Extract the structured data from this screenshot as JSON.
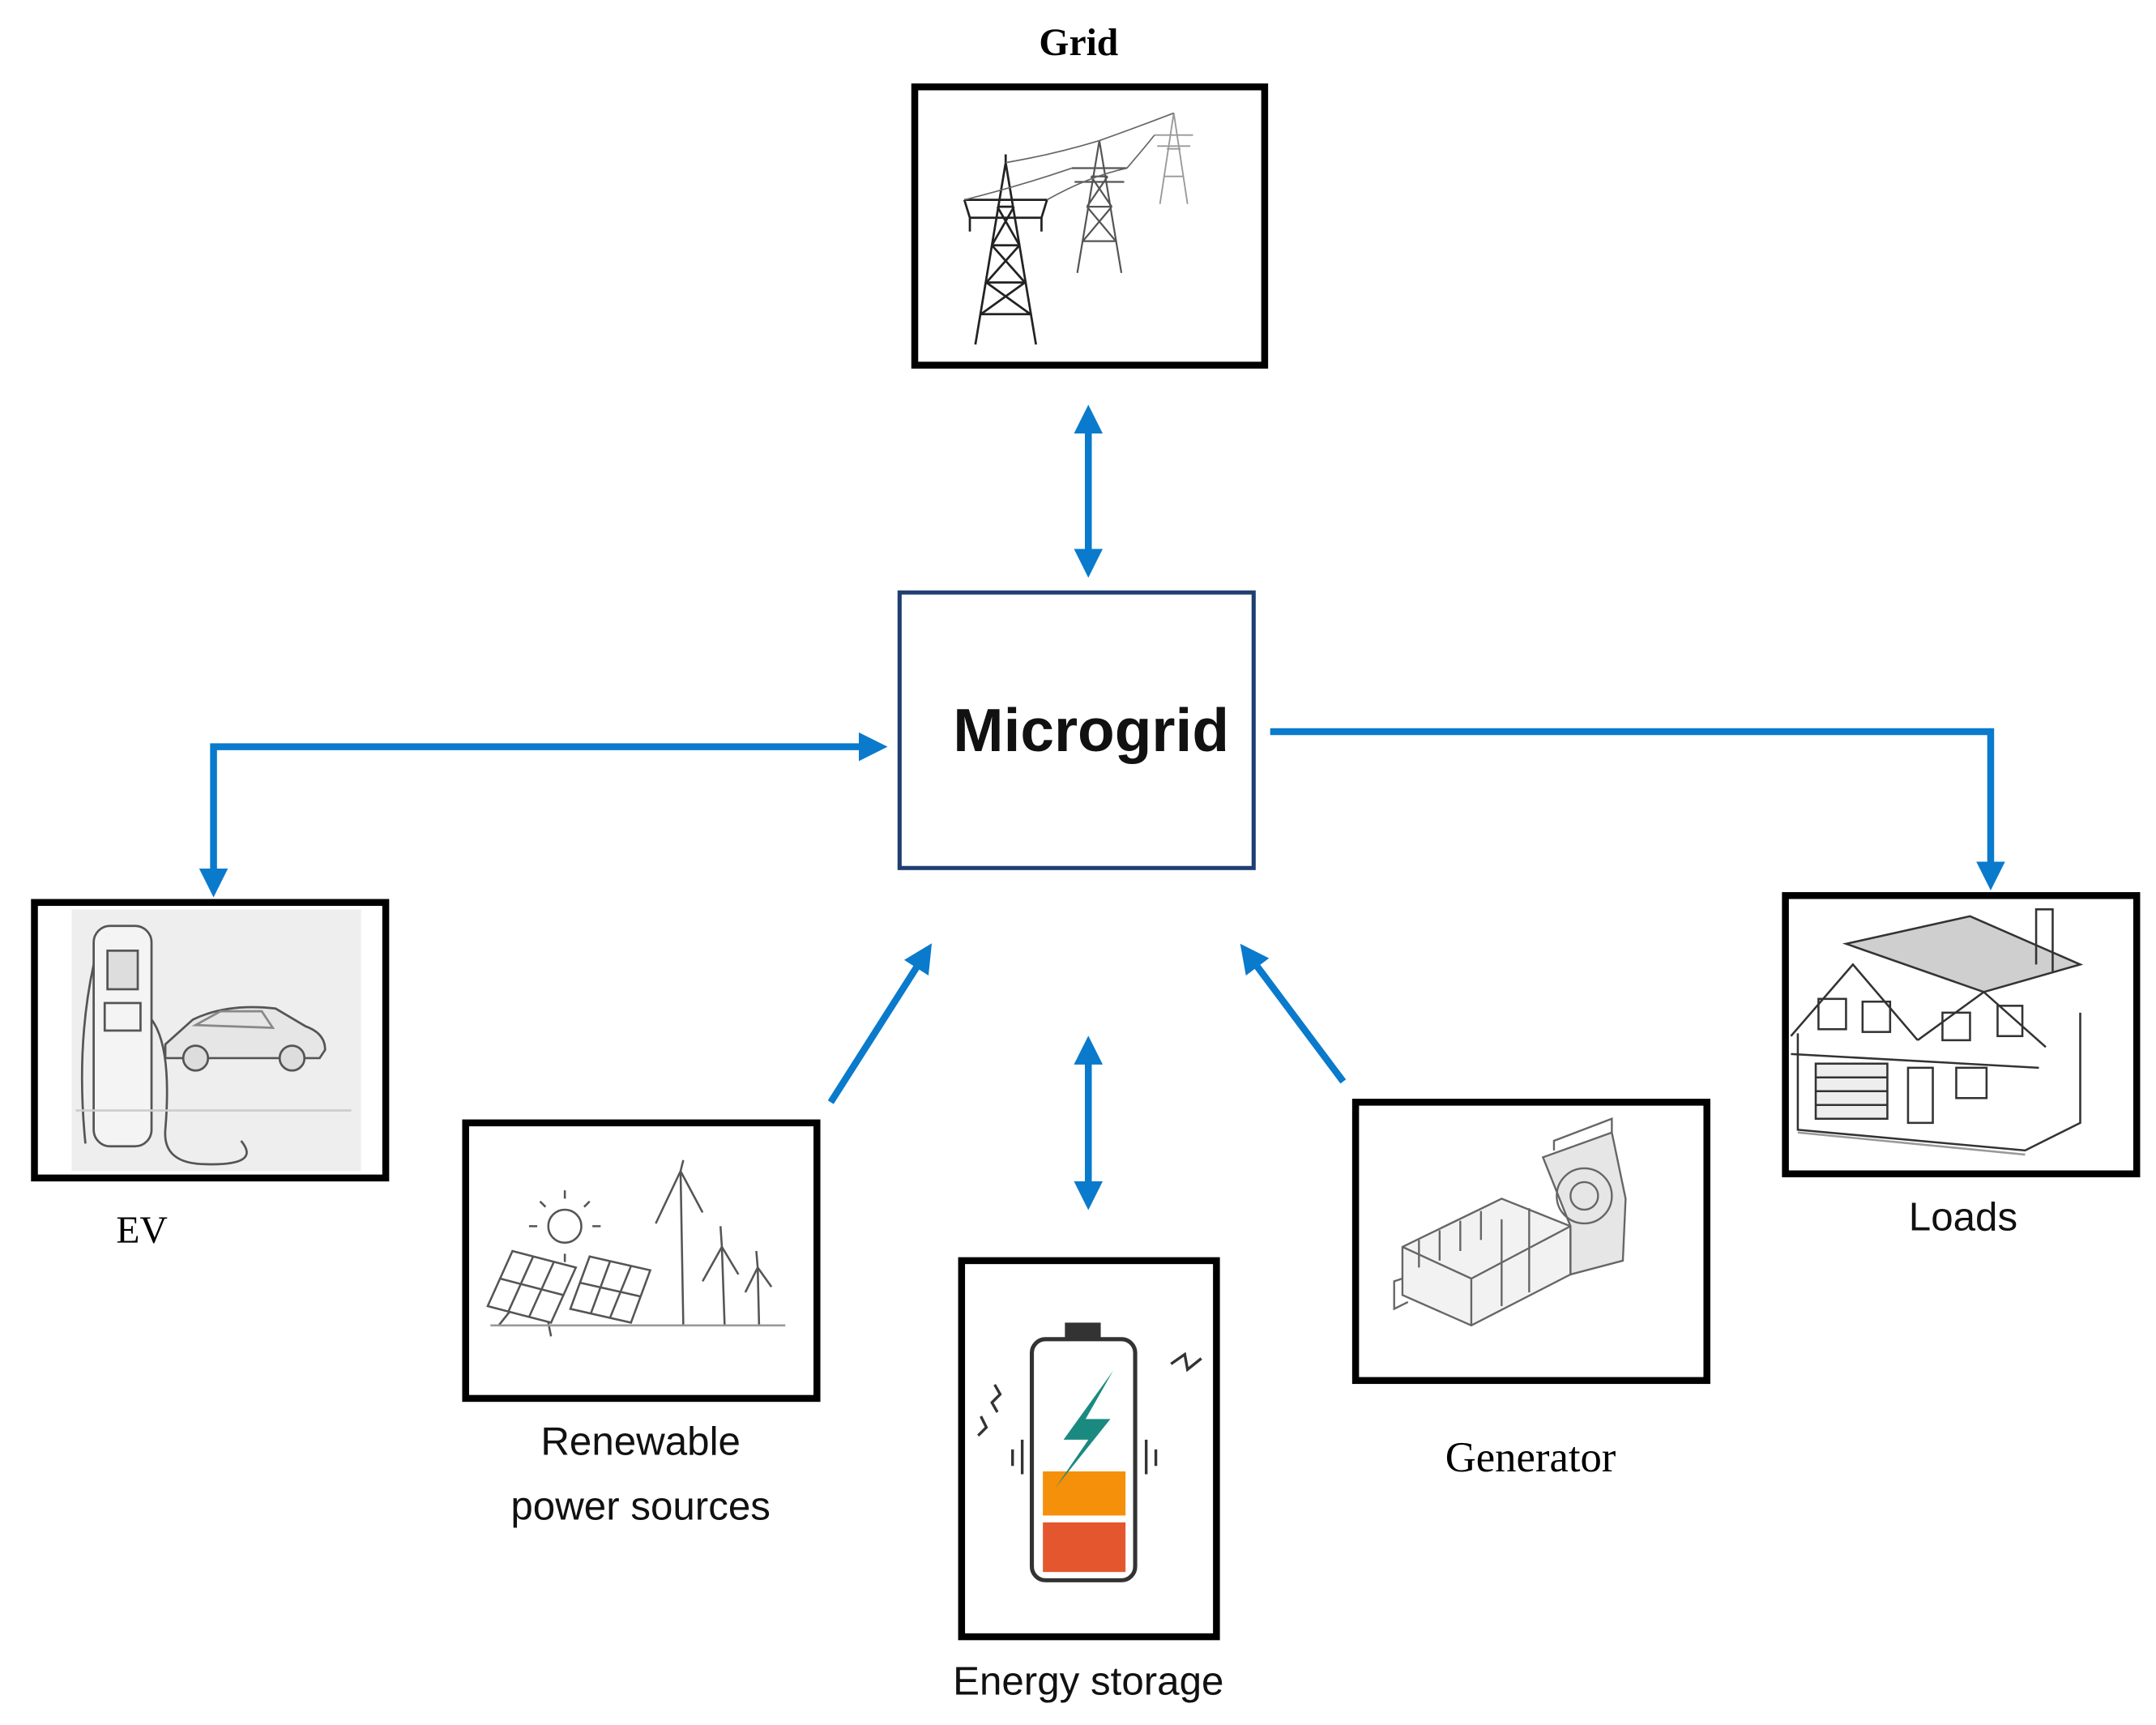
{
  "diagram": {
    "center": {
      "label": "Microgrid"
    },
    "nodes": {
      "grid": {
        "label": "Grid",
        "icon": "transmission-tower-icon"
      },
      "ev": {
        "label": "EV",
        "icon": "ev-charger-icon"
      },
      "loads": {
        "label": "Loads",
        "icon": "house-icon"
      },
      "renewable": {
        "label_line1": "Renewable",
        "label_line2": "power sources",
        "icon": "solar-wind-icon"
      },
      "storage": {
        "label": "Energy storage",
        "icon": "battery-icon"
      },
      "generator": {
        "label": "Generator",
        "icon": "generator-icon"
      }
    },
    "colors": {
      "arrow": "#0a7acc",
      "box_border": "#000000",
      "center_border": "#1f3f73",
      "battery_orange": "#f5900a",
      "battery_red": "#e4572e",
      "bolt": "#1a8a80"
    }
  }
}
